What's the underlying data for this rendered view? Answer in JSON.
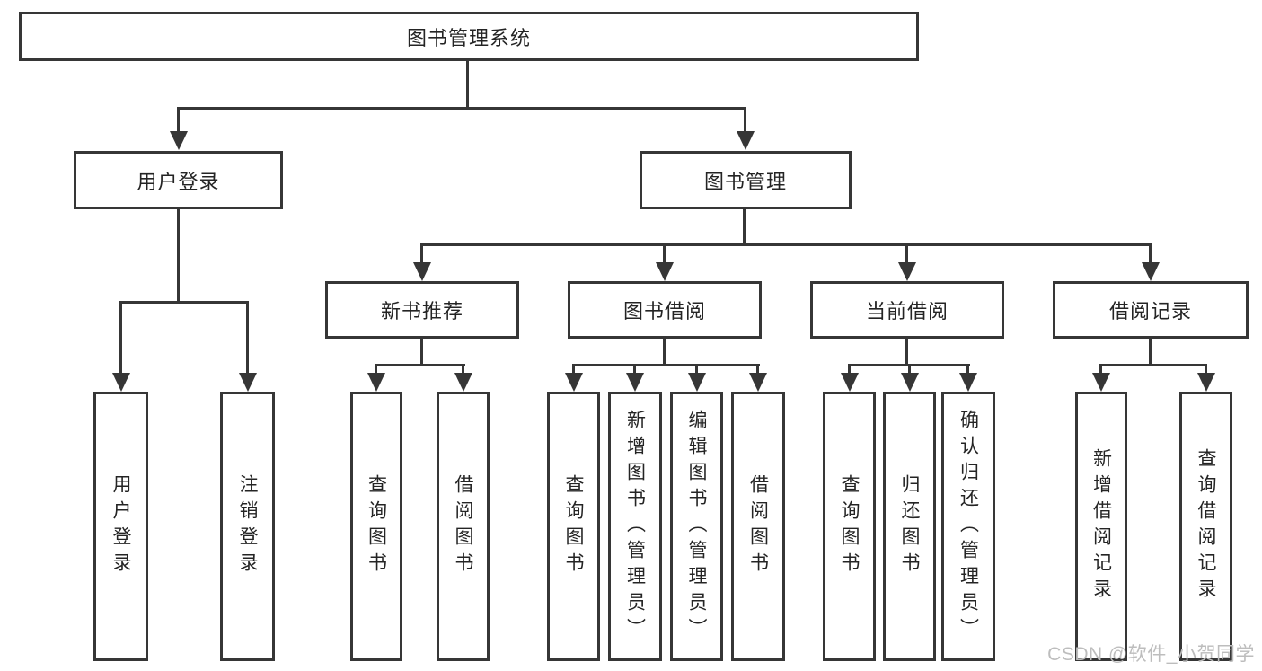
{
  "tree": {
    "root": {
      "label": "图书管理系统"
    },
    "user_login": {
      "label": "用户登录",
      "children": {
        "login": {
          "label": "用户登录"
        },
        "logout": {
          "label": "注销登录"
        }
      }
    },
    "book_mgmt": {
      "label": "图书管理",
      "children": {
        "new_book_rec": {
          "label": "新书推荐",
          "children": {
            "query_book": {
              "label": "查询图书"
            },
            "borrow_book": {
              "label": "借阅图书"
            }
          }
        },
        "book_borrow": {
          "label": "图书借阅",
          "children": {
            "query_book": {
              "label": "查询图书"
            },
            "add_book": {
              "label": "新增图书（管理员）"
            },
            "edit_book": {
              "label": "编辑图书（管理员）"
            },
            "borrow_book": {
              "label": "借阅图书"
            }
          }
        },
        "current_borrow": {
          "label": "当前借阅",
          "children": {
            "query_book": {
              "label": "查询图书"
            },
            "return_book": {
              "label": "归还图书"
            },
            "confirm_return": {
              "label": "确认归还（管理员）"
            }
          }
        },
        "borrow_record": {
          "label": "借阅记录",
          "children": {
            "add_record": {
              "label": "新增借阅记录"
            },
            "query_record": {
              "label": "查询借阅记录"
            }
          }
        }
      }
    }
  },
  "watermark": {
    "text": "CSDN @软件_小贺同学"
  },
  "colors": {
    "line": "#363636",
    "text": "#242424",
    "watermark": "#bdbdbd",
    "background": "#ffffff"
  }
}
